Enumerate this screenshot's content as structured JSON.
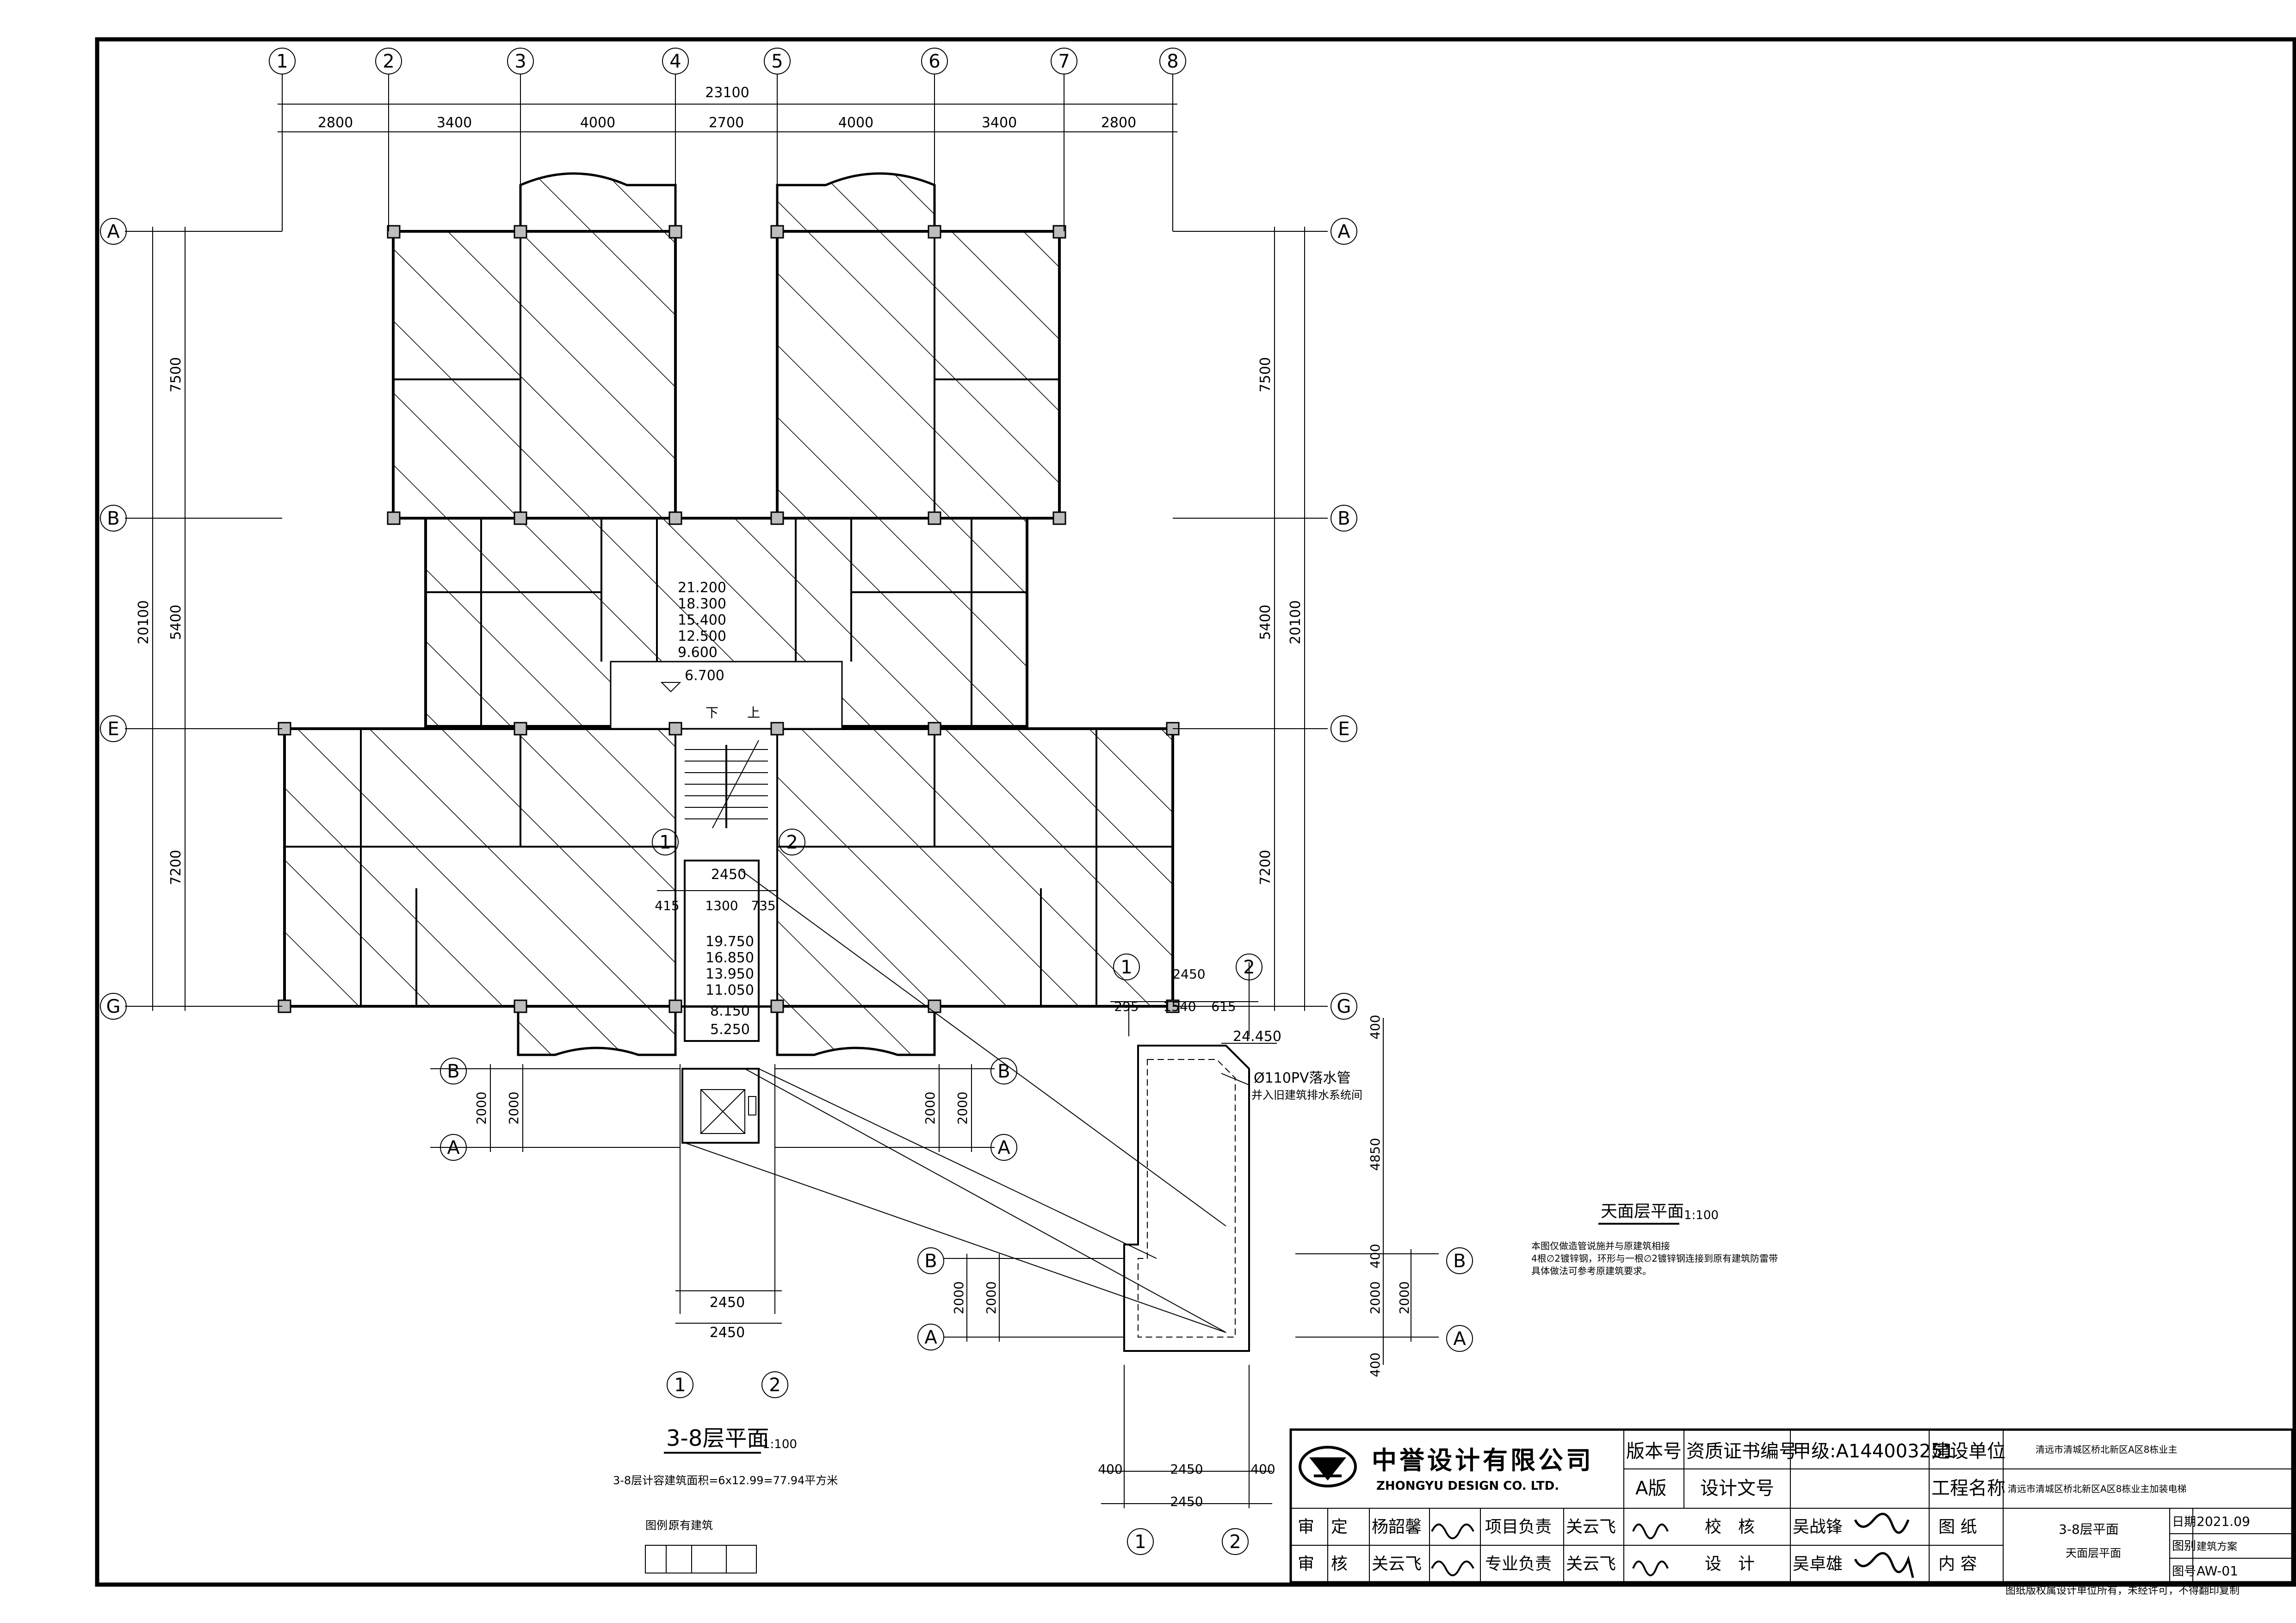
{
  "grid_axes": {
    "numbered": [
      "1",
      "2",
      "3",
      "4",
      "5",
      "6",
      "7",
      "8"
    ],
    "lettered": [
      "A",
      "B",
      "E",
      "G"
    ]
  },
  "dimensions": {
    "total_width": "23100",
    "bays": [
      "2800",
      "3400",
      "4000",
      "2700",
      "4000",
      "3400",
      "2800"
    ],
    "left_rows": [
      "7500",
      "5400",
      "7200"
    ],
    "total_height": "20100"
  },
  "stair_elevations": [
    "21.200",
    "18.300",
    "15.400",
    "12.500",
    "9.600",
    "6.700"
  ],
  "stair_labels": {
    "down": "下",
    "up": "上"
  },
  "elevator_3_8": {
    "axis_1": "1",
    "axis_2": "2",
    "axis_a": "A",
    "axis_b": "B",
    "dim_top": "2450",
    "dim_row": [
      "415",
      "1300",
      "735"
    ],
    "elevations": [
      "19.750",
      "16.850",
      "13.950",
      "11.050",
      "8.150",
      "5.250"
    ],
    "dim_2000": "2000",
    "bottom_dims": [
      "2450",
      "2450"
    ]
  },
  "roof_elevator": {
    "axis_1": "1",
    "axis_2": "2",
    "axis_a": "A",
    "axis_b": "B",
    "top_dim": "2450",
    "top_row": [
      "295",
      "1540",
      "615"
    ],
    "elevation": "24.450",
    "pipe_note_1": "Ø110PV落水管",
    "pipe_note_2": "并入旧建筑排水系统间",
    "side_dims": [
      "400",
      "4850",
      "400",
      "2000",
      "400"
    ],
    "dim_2000": "2000",
    "bottom_dims": [
      "400",
      "2450",
      "400"
    ],
    "bottom_total": "2450"
  },
  "roof_plan": {
    "title": "天面层平面",
    "scale": "1:100",
    "notes": [
      "本图仅做造管说施并与原建筑相接",
      "4根∅2镀锌钢，环形与一根∅2镀锌钢连接到原有建筑防雷带",
      "具体做法可参考原建筑要求。"
    ]
  },
  "floor_plan": {
    "title": "3-8层平面",
    "scale": "1:100",
    "area_note": "3-8层计容建筑面积=6x12.99=77.94平方米",
    "legend_label": "图例：",
    "legend_text": "原有建筑"
  },
  "title_block": {
    "company_cn": "中誉设计有限公司",
    "company_en": "ZHONGYU DESIGN CO. LTD.",
    "version_label": "版本号",
    "version_value": "A版",
    "cert_label": "资质证书编号",
    "cert_value": "甲级:A144003251",
    "doc_label": "设计文号",
    "client_label": "建设单位",
    "client_value": "清远市清城区桥北新区A区8栋业主",
    "project_label": "工程名称",
    "project_value": "清远市清城区桥北新区A区8栋业主加装电梯",
    "approve_label": "审　定",
    "approve_name": "杨韶馨",
    "pm_label": "项目负责",
    "pm_name": "关云飞",
    "check_label": "校　核",
    "check_name": "吴战锋",
    "review_label": "审　核",
    "review_name": "关云飞",
    "spec_label": "专业负责",
    "spec_name": "关云飞",
    "design_label": "设　计",
    "design_name": "吴卓雄",
    "drawing_label": "图 纸",
    "content_label": "内 容",
    "drawing_title_1": "3-8层平面",
    "drawing_title_2": "天面层平面",
    "date_label": "日期",
    "date_value": "2021.09",
    "discipline_label": "图别",
    "discipline_value": "建筑方案",
    "number_label": "图号",
    "number_value": "AW-01",
    "footer": "图纸版权属设计单位所有，未经许可，不得翻印复制"
  }
}
